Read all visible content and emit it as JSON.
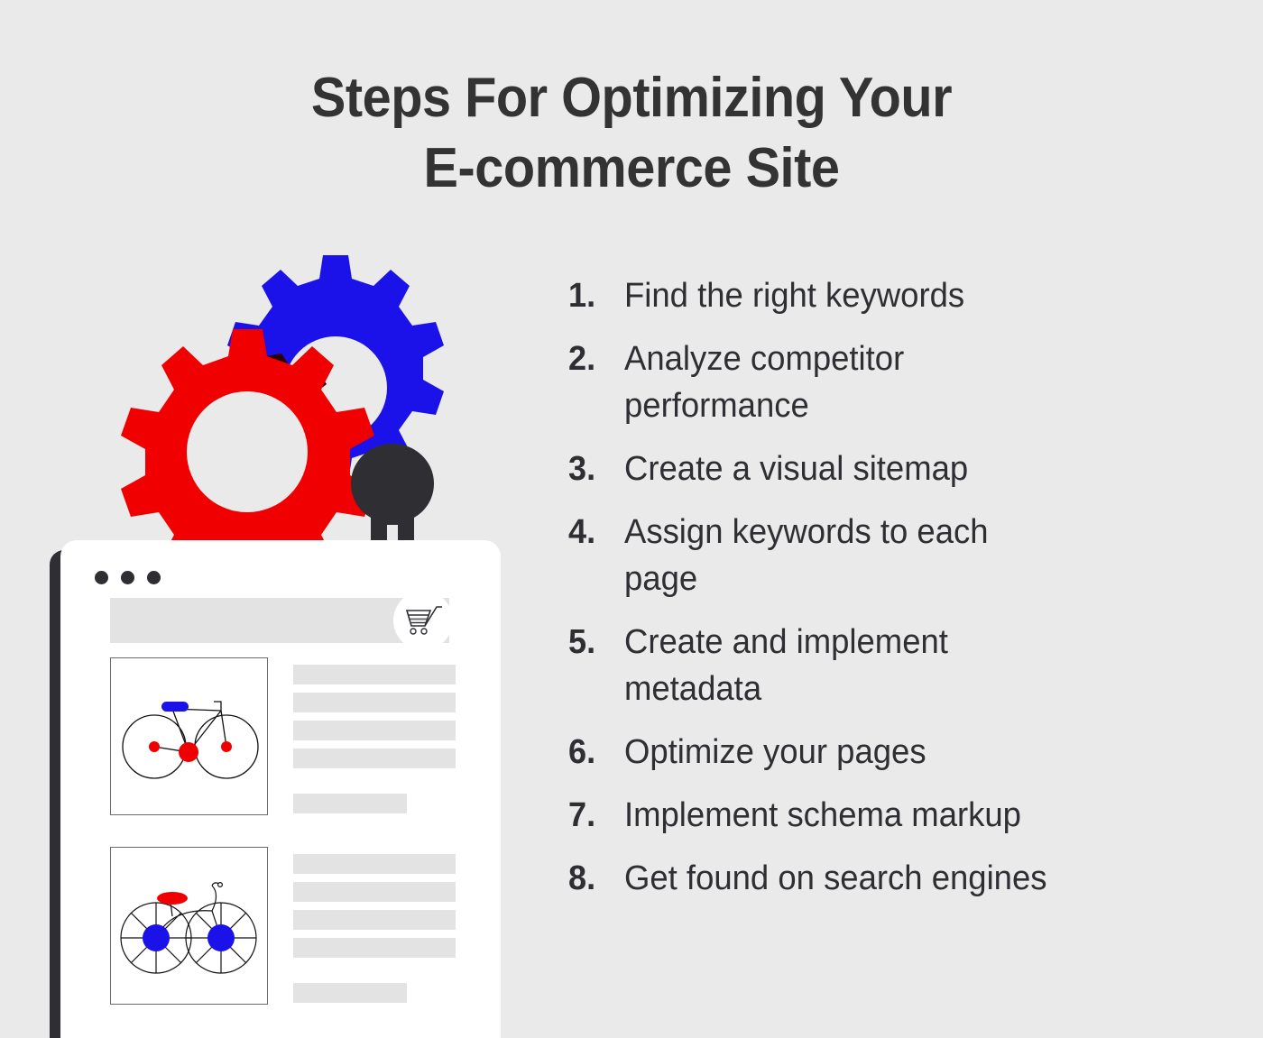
{
  "title": {
    "line1": "Steps For Optimizing Your",
    "line2": "E-commerce Site"
  },
  "steps": [
    {
      "num": "1.",
      "text": "Find the right keywords",
      "wraps": false
    },
    {
      "num": "2.",
      "text": "Analyze competitor performance",
      "wraps": true
    },
    {
      "num": "3.",
      "text": "Create a visual sitemap",
      "wraps": false
    },
    {
      "num": "4.",
      "text": "Assign keywords to each page",
      "wraps": true
    },
    {
      "num": "5.",
      "text": "Create and implement metadata",
      "wraps": true
    },
    {
      "num": "6.",
      "text": "Optimize your pages",
      "wraps": false
    },
    {
      "num": "7.",
      "text": "Implement schema markup",
      "wraps": false
    },
    {
      "num": "8.",
      "text": "Get found on search engines",
      "wraps": false
    }
  ],
  "illustration": {
    "gears": {
      "blue_gear_label": "blue-gear",
      "red_gear_label": "red-gear",
      "wrench_label": "wrench"
    },
    "browser": {
      "dots_count": 3,
      "cart_icon": "shopping-cart-icon",
      "products": [
        {
          "image": "bicycle-illustration-1",
          "text_bars": 4,
          "short_bar": 1
        },
        {
          "image": "bicycle-illustration-2",
          "text_bars": 4,
          "short_bar": 1
        }
      ]
    }
  },
  "colors": {
    "background": "#eaeaea",
    "text_dark": "#2e2e33",
    "title": "#333333",
    "red": "#f00000",
    "blue": "#1a12e8",
    "dark_overlap": "#2a0008",
    "panel_white": "#ffffff",
    "bar_gray": "#e3e3e3",
    "border_gray": "#6b6b6b"
  }
}
